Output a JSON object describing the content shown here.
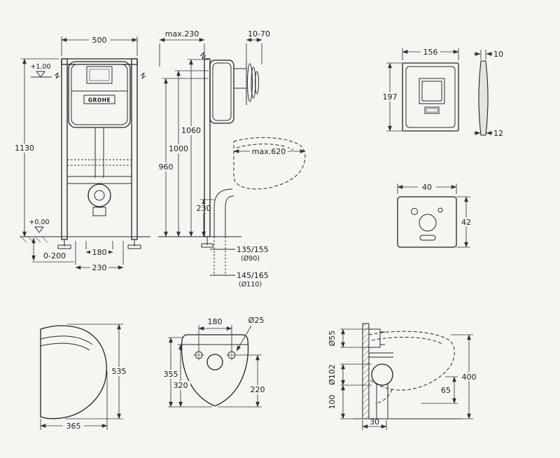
{
  "drawing": {
    "background": "#f5f5f2",
    "line_color": "#222222",
    "description": "wall-hung-wc-installation-dimension-drawing"
  },
  "frame_front": {
    "dim_width": "500",
    "dim_height": "1130",
    "level_top": "+1,00",
    "level_floor": "+0,00",
    "dim_feet_range": "0-200",
    "dim_fixing": "180",
    "dim_base": "230",
    "brand": "GROHE"
  },
  "frame_side": {
    "dim_depth": "max.230",
    "dim_wall_gap": "10-70",
    "dim_h_top": "1060",
    "dim_h_plate": "1000",
    "dim_h_mid": "960",
    "dim_h_outlet": "230",
    "dim_bowl_depth": "max.620",
    "outlet_a": "135/155",
    "outlet_a_dia": "(Ø90)",
    "outlet_b": "145/165",
    "outlet_b_dia": "(Ø110)"
  },
  "flush_plate": {
    "dim_width": "156",
    "dim_height": "197",
    "dim_thickness_top": "10",
    "dim_thickness_bottom": "12"
  },
  "sound_pad": {
    "dim_width": "40",
    "dim_height": "42"
  },
  "bowl_side": {
    "dim_height": "535",
    "dim_depth": "365"
  },
  "bowl_top": {
    "dim_fixing": "180",
    "dim_hole_dia": "Ø25",
    "dim_depth": "355",
    "dim_inner_depth": "320",
    "dim_drain": "220"
  },
  "bowl_mount": {
    "dim_flush_dia": "Ø55",
    "dim_outlet_dia": "Ø102",
    "dim_outlet_height": "100",
    "dim_rim": "65",
    "dim_height": "400",
    "dim_offset": "30"
  }
}
